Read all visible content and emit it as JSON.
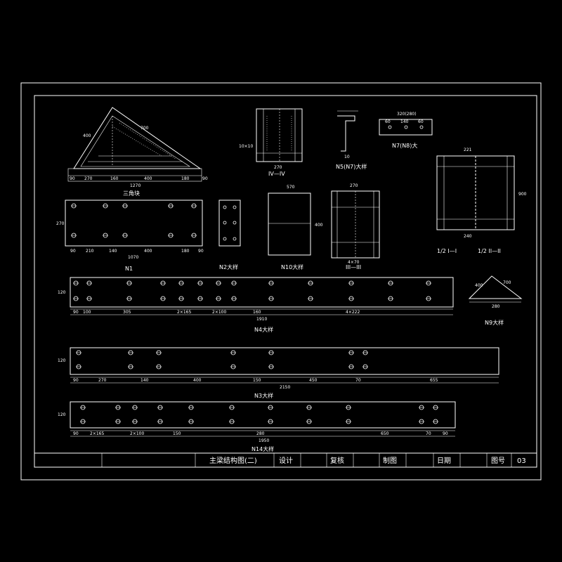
{
  "title_block": {
    "drawing_title": "主梁结构图(二)",
    "design_label": "设计",
    "review_label": "复核",
    "drafting_label": "制图",
    "date_label": "日期",
    "drawing_no_label": "图号",
    "drawing_no": "03"
  },
  "views": {
    "triangle_plate": "三角块",
    "section_4_4": "IV—IV",
    "detail_n5_n7": "N5(N7)大样",
    "detail_n7_n8": "N7(N8)大",
    "detail_n1": "N1",
    "detail_n2": "N2大样",
    "detail_n10": "N10大样",
    "section_3_3": "III—III",
    "half_section_1": "1/2 I—I",
    "half_section_2": "1/2 II—II",
    "detail_n4": "N4大样",
    "detail_n9": "N9大样",
    "detail_n3": "N3大样",
    "detail_n14": "N14大样"
  },
  "dims": {
    "tri_bottom": [
      "90",
      "270",
      "160",
      "400",
      "180",
      "90"
    ],
    "tri_total": "1270",
    "tri_side_a": "700",
    "tri_side_b": "400",
    "n1_bottom": [
      "90",
      "210",
      "140",
      "400",
      "180",
      "90"
    ],
    "n1_total": "1070",
    "n1_height": "270",
    "n10_width": "570",
    "n10_height": "400",
    "s33_width": "270",
    "s33_bottom": "4×70",
    "hs_top": "221",
    "hs_bottom": "240",
    "hs_height": "900",
    "n4_bottom": [
      "90",
      "100",
      "305",
      "2×165",
      "2×100",
      "160",
      "4×222"
    ],
    "n4_total": "1910",
    "n4_height": "120",
    "n3_bottom": [
      "90",
      "270",
      "140",
      "400",
      "150",
      "450",
      "70",
      "655"
    ],
    "n3_total": "2150",
    "n3_height": "120",
    "n14_bottom": [
      "90",
      "2×165",
      "2×100",
      "150",
      "280",
      "650",
      "70",
      "90"
    ],
    "n14_total": "1950",
    "n14_height": "120",
    "n9_side_a": "400",
    "n9_side_b": "700",
    "n9_base": "280",
    "s44_top": "270",
    "s44_side": "10×10",
    "n5_w": "10",
    "n7_top": "320(280)",
    "n7_dims": [
      "60",
      "140",
      "60"
    ]
  }
}
